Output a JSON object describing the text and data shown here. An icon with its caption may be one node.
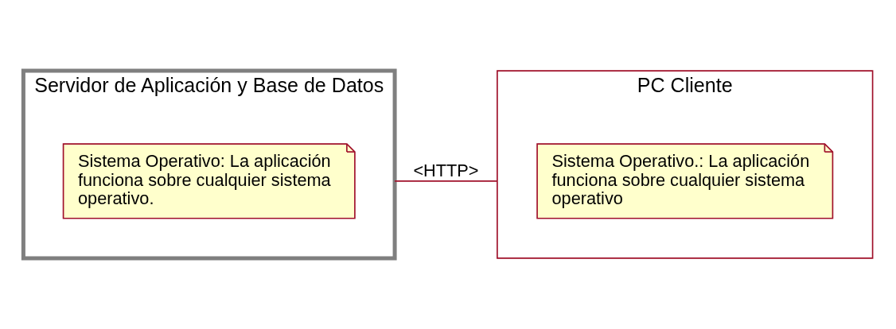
{
  "diagram": {
    "nodes": [
      {
        "text": [
          "Servidor de Aplicación y Base de Datos"
        ]
      },
      {
        "text": [
          "Sistema Operativo: La aplicación funciona sobre cualquier sistema operativo."
        ],
        "in": 0
      },
      {
        "text": [
          "PC Cliente"
        ]
      },
      {
        "text": [
          "Sistema Operativo.: La aplicación funciona sobre cualquier sistema operativo"
        ],
        "in": 2
      }
    ],
    "edges": [
      {
        "from": 0,
        "to": 2,
        "arrow": "none",
        "label": "<HTTP>"
      }
    ]
  }
}
